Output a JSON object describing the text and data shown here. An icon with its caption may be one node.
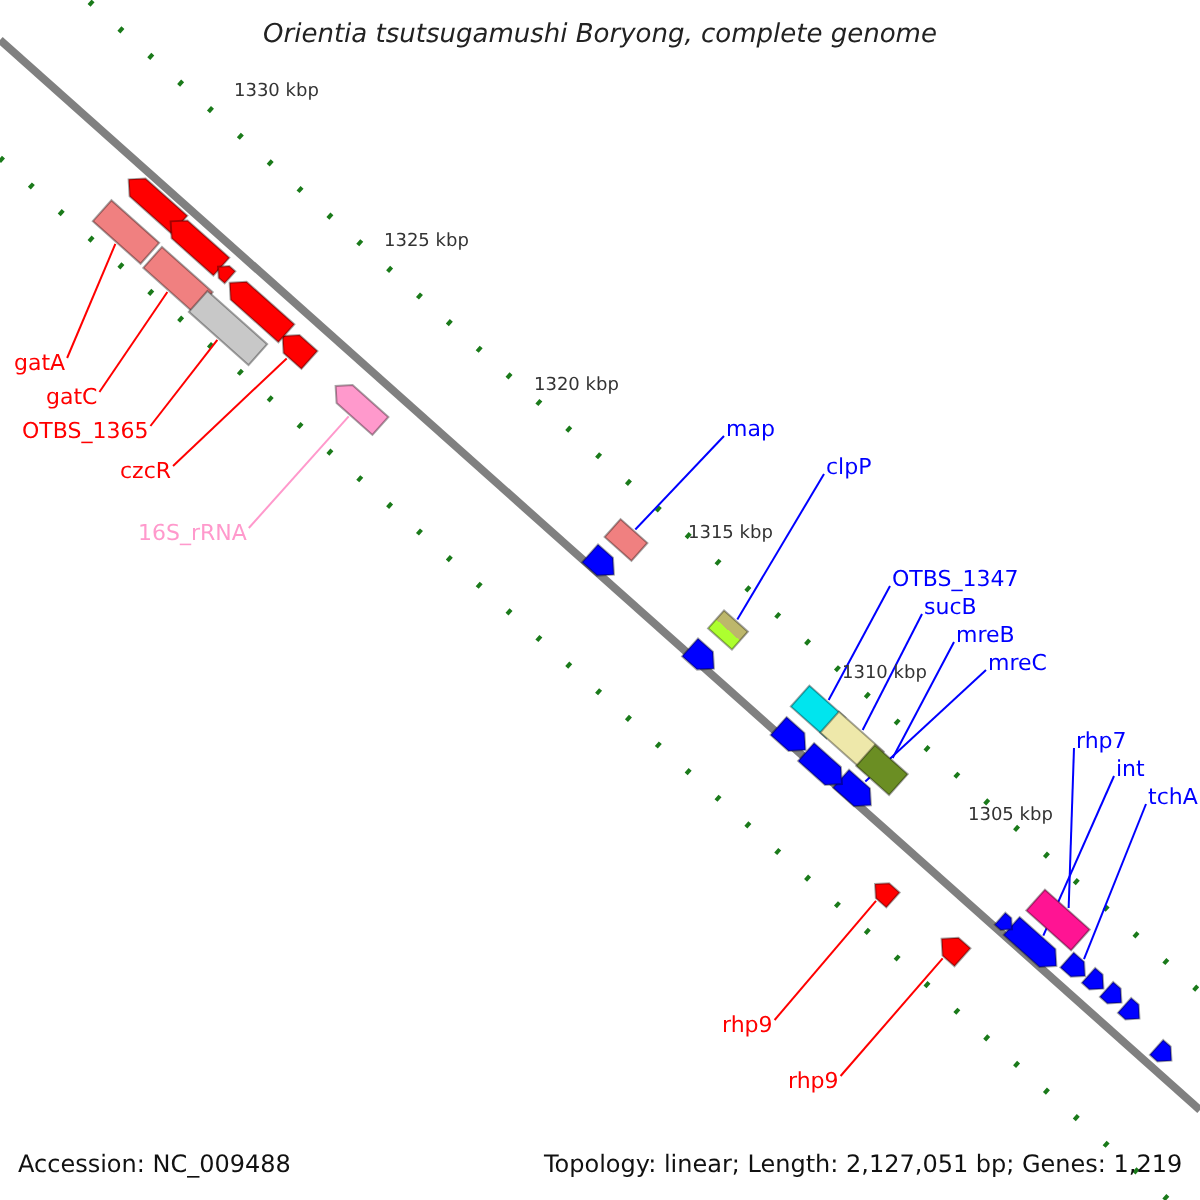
{
  "diagram": {
    "title": "Orientia tsutsugamushi Boryong, complete genome",
    "nodes": [
      {
        "text": [
          "gatA"
        ]
      },
      {
        "text": [],
        "shape": "box"
      },
      {
        "text": [
          "gatC"
        ]
      },
      {
        "text": [],
        "shape": "box"
      },
      {
        "text": [
          "OTBS_1365"
        ]
      },
      {
        "text": [],
        "shape": "box"
      },
      {
        "text": [
          "czcR"
        ]
      },
      {
        "text": [],
        "shape": "arrow"
      },
      {
        "text": [
          "16S_rRNA"
        ]
      },
      {
        "text": [],
        "shape": "arrow"
      },
      {
        "text": [
          "map"
        ]
      },
      {
        "text": [],
        "shape": "box"
      },
      {
        "text": [
          "clpP"
        ]
      },
      {
        "text": [],
        "shape": "box"
      },
      {
        "text": [
          "OTBS_1347"
        ]
      },
      {
        "text": [],
        "shape": "box"
      },
      {
        "text": [
          "sucB"
        ]
      },
      {
        "text": [],
        "shape": "box"
      },
      {
        "text": [
          "mreB"
        ]
      },
      {
        "text": [],
        "shape": "box"
      },
      {
        "text": [
          "mreC"
        ]
      },
      {
        "text": [],
        "shape": "arrow"
      },
      {
        "text": [
          "rhp7"
        ]
      },
      {
        "text": [],
        "shape": "box"
      },
      {
        "text": [
          "int"
        ]
      },
      {
        "text": [],
        "shape": "arrow"
      },
      {
        "text": [
          "tchA"
        ]
      },
      {
        "text": [],
        "shape": "arrow"
      },
      {
        "text": [
          "rhp9"
        ]
      },
      {
        "text": [],
        "shape": "arrow"
      },
      {
        "text": [
          "rhp9"
        ]
      },
      {
        "text": [],
        "shape": "arrow"
      },
      {
        "text": [],
        "shape": "arrow"
      },
      {
        "text": [],
        "shape": "arrow"
      },
      {
        "text": [],
        "shape": "arrow"
      },
      {
        "text": [],
        "shape": "arrow"
      },
      {
        "text": [],
        "shape": "arrow"
      },
      {
        "text": [],
        "shape": "arrow"
      },
      {
        "text": [],
        "shape": "arrow"
      },
      {
        "text": [],
        "shape": "arrow"
      },
      {
        "text": [],
        "shape": "arrow"
      },
      {
        "text": [],
        "shape": "arrow"
      },
      {
        "text": [],
        "shape": "arrow"
      },
      {
        "text": [],
        "shape": "arrow"
      },
      {
        "text": [],
        "shape": "arrow"
      }
    ],
    "edges": [
      {
        "from": 0,
        "to": 1,
        "arrow": "none",
        "color": "#ff0000"
      },
      {
        "from": 2,
        "to": 3,
        "arrow": "none",
        "color": "#ff0000"
      },
      {
        "from": 4,
        "to": 5,
        "arrow": "none",
        "color": "#ff0000"
      },
      {
        "from": 6,
        "to": 7,
        "arrow": "none",
        "color": "#ff0000"
      },
      {
        "from": 8,
        "to": 9,
        "arrow": "none",
        "color": "#ff99cc"
      },
      {
        "from": 10,
        "to": 11,
        "arrow": "none"
      },
      {
        "from": 12,
        "to": 13,
        "arrow": "none"
      },
      {
        "from": 14,
        "to": 15,
        "arrow": "none"
      },
      {
        "from": 16,
        "to": 17,
        "arrow": "none"
      },
      {
        "from": 18,
        "to": 19,
        "arrow": "none"
      },
      {
        "from": 20,
        "to": 21,
        "arrow": "none"
      },
      {
        "from": 22,
        "to": 23,
        "arrow": "none"
      },
      {
        "from": 24,
        "to": 25,
        "arrow": "none"
      },
      {
        "from": 26,
        "to": 27,
        "arrow": "none"
      },
      {
        "from": 28,
        "to": 29,
        "arrow": "none",
        "color": "#ff0000"
      },
      {
        "from": 30,
        "to": 31,
        "arrow": "none",
        "color": "#ff0000"
      }
    ],
    "labels": [
      "1330 kbp",
      "1325 kbp",
      "1320 kbp",
      "1315 kbp",
      "1310 kbp",
      "1305 kbp",
      "Accession: NC_009488",
      "Topology: linear; Length: 2,127,051 bp; Genes: 1,219"
    ]
  }
}
